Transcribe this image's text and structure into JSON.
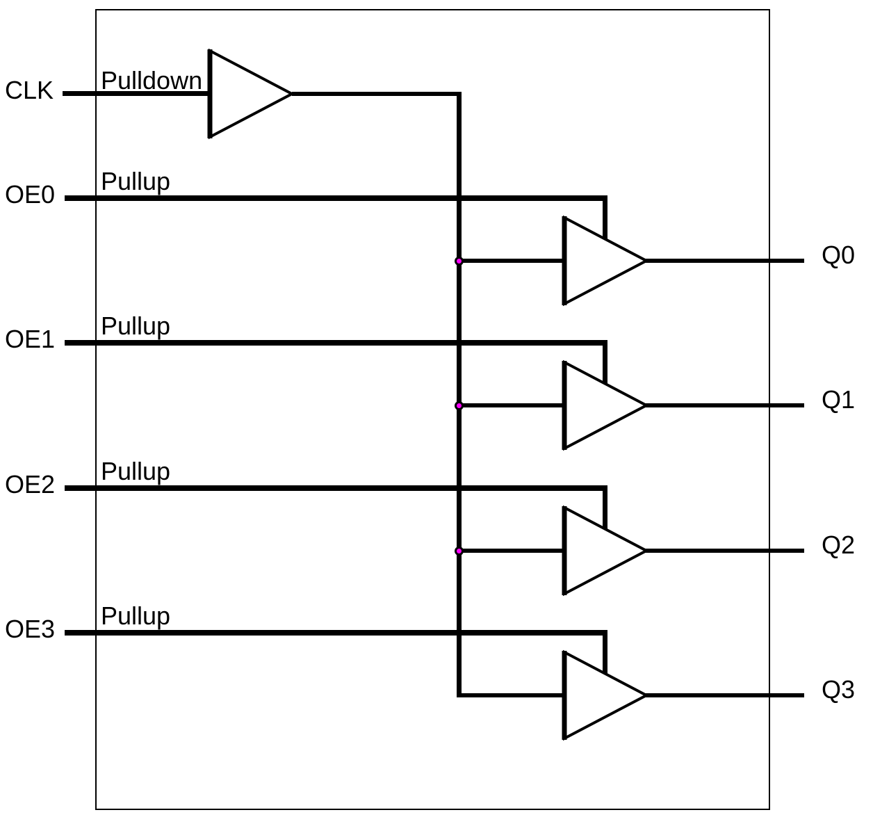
{
  "diagram": {
    "type": "clock-buffer-fanout-block-diagram",
    "inputs": [
      {
        "name": "CLK",
        "resistor": "Pulldown"
      },
      {
        "name": "OE0",
        "resistor": "Pullup"
      },
      {
        "name": "OE1",
        "resistor": "Pullup"
      },
      {
        "name": "OE2",
        "resistor": "Pullup"
      },
      {
        "name": "OE3",
        "resistor": "Pullup"
      }
    ],
    "outputs": [
      {
        "name": "Q0"
      },
      {
        "name": "Q1"
      },
      {
        "name": "Q2"
      },
      {
        "name": "Q3"
      }
    ],
    "colors": {
      "wire": "#000000",
      "junction_dot": "#ff00ff",
      "text": "#000000",
      "background": "#ffffff"
    }
  }
}
